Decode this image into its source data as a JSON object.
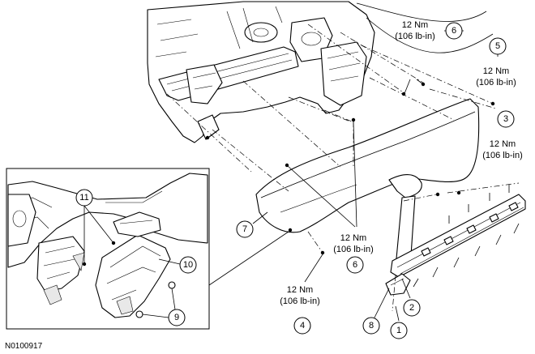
{
  "figure_id": "N0100917",
  "torque": {
    "value": "12 Nm",
    "alt": "(106 lb-in)"
  },
  "callouts": {
    "c1": "1",
    "c2": "2",
    "c3": "3",
    "c4": "4",
    "c5": "5",
    "c6a": "6",
    "c6b": "6",
    "c7": "7",
    "c8": "8",
    "c9": "9",
    "c10": "10",
    "c11": "11"
  }
}
